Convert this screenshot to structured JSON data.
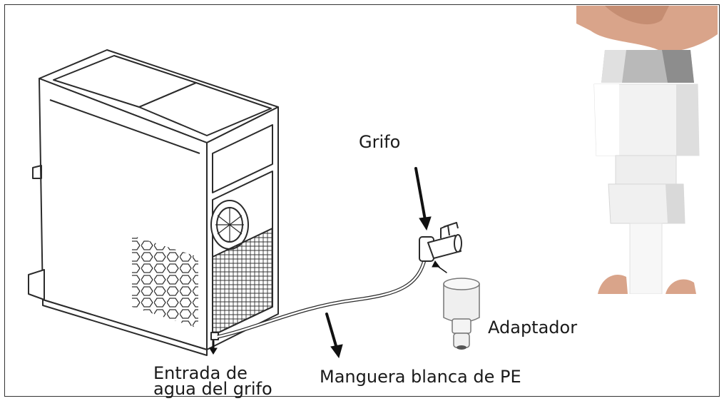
{
  "labels": {
    "grifo": "Grifo",
    "adaptador": "Adaptador",
    "manguera": "Manguera blanca de PE",
    "entrada_line1": "Entrada de",
    "entrada_line2": "agua del grifo"
  },
  "colors": {
    "outline": "#2b2b2b",
    "machine_fill": "#ffffff",
    "photo_bg": "#ffffff",
    "skin": "#d9a48a",
    "fitting": "#f2f2f2"
  },
  "icons": {
    "ice_machine": "ice-maker-illustration",
    "faucet": "faucet-illustration",
    "adapter": "adapter-fitting-illustration",
    "photo": "hand-connecting-fitting-photo"
  }
}
